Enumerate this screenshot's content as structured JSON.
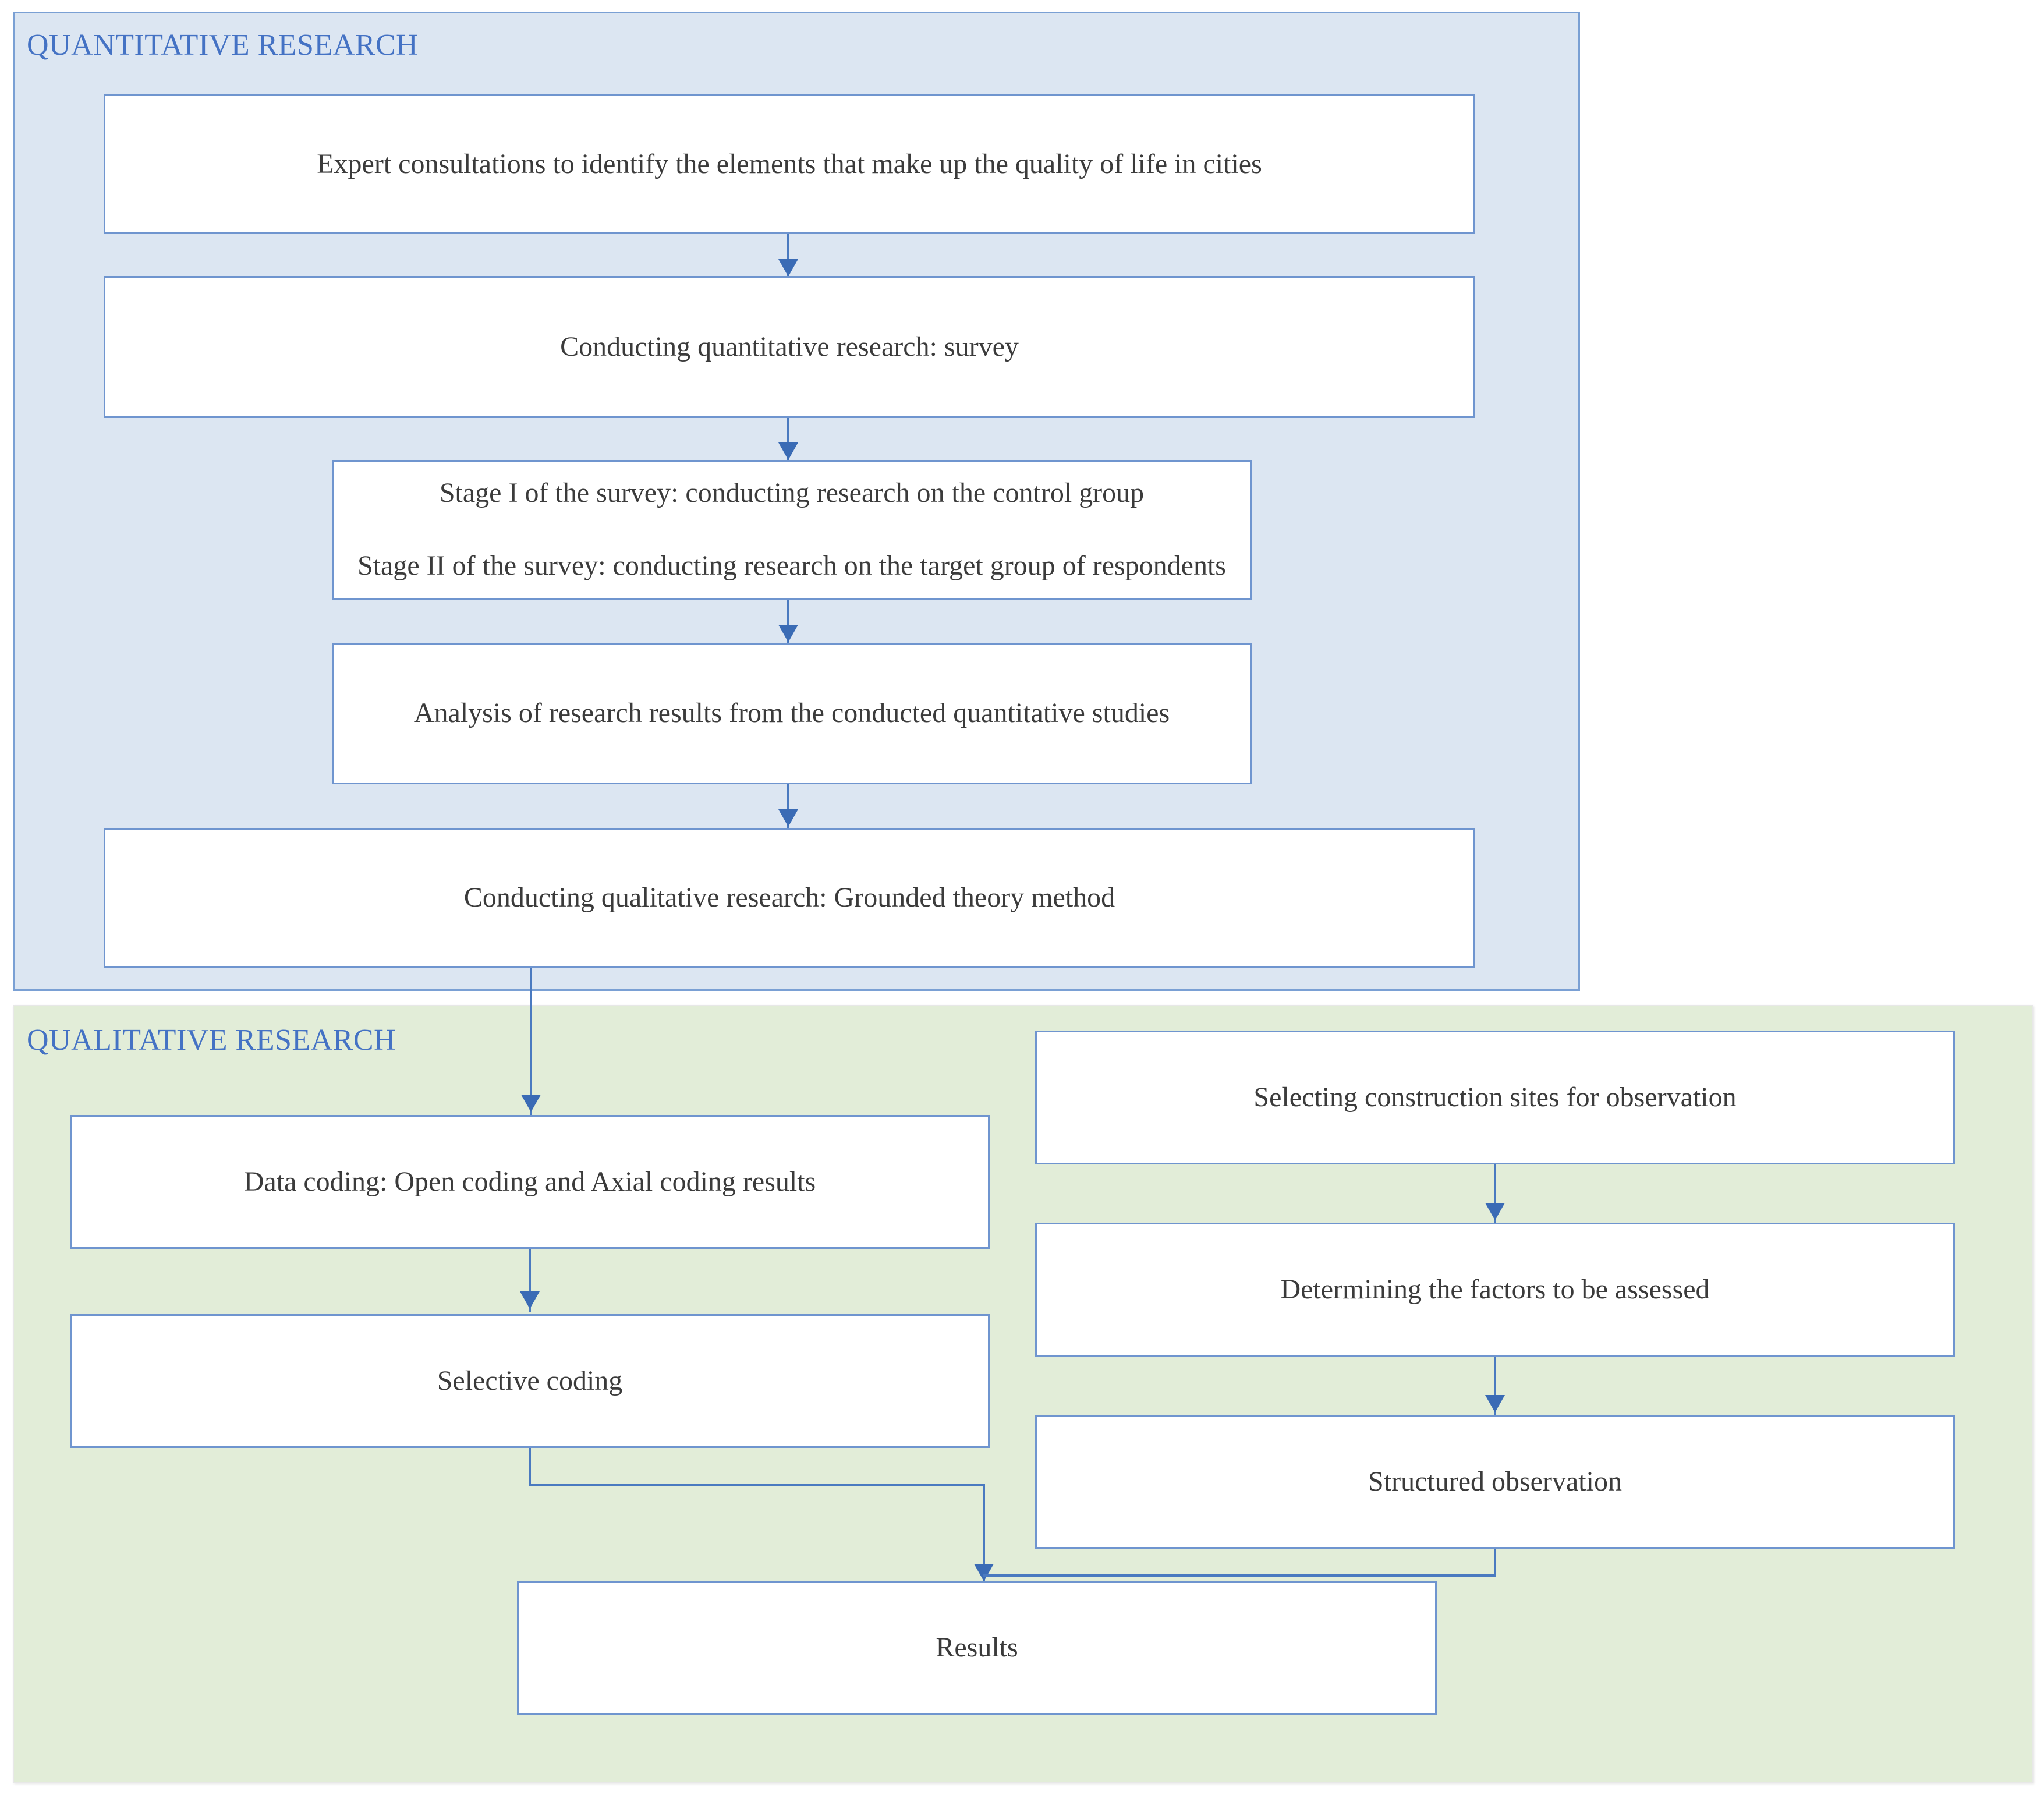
{
  "diagram": {
    "type": "flowchart",
    "sections": [
      {
        "id": "quantitative",
        "title": "QUANTITATIVE RESEARCH",
        "accent_color": "#4472c4",
        "background_color": "#dce6f2",
        "border_color": "#7aa0d4",
        "nodes": [
          {
            "id": "q1",
            "label": "Expert consultations to identify the elements that make up the quality of life in cities"
          },
          {
            "id": "q2",
            "label": "Conducting quantitative research: survey"
          },
          {
            "id": "q3",
            "line1": "Stage I of the survey: conducting research on the control group",
            "line2": "Stage II of the survey: conducting research on the target group of respondents"
          },
          {
            "id": "q4",
            "label": "Analysis of research results from the conducted quantitative studies"
          },
          {
            "id": "q5",
            "label": "Conducting qualitative research: Grounded theory method"
          }
        ]
      },
      {
        "id": "qualitative",
        "title": "QUALITATIVE RESEARCH",
        "accent_color": "#4472c4",
        "background_color": "#e2edd8",
        "border_color": "#e8e8e8",
        "nodes": [
          {
            "id": "l1",
            "label": "Data coding: Open coding and Axial coding results"
          },
          {
            "id": "l2",
            "label": "Selective coding"
          },
          {
            "id": "r1",
            "label": "Selecting construction sites for observation"
          },
          {
            "id": "r2",
            "label": "Determining the factors to be assessed"
          },
          {
            "id": "r3",
            "label": "Structured observation"
          },
          {
            "id": "res",
            "label": "Results"
          }
        ]
      }
    ],
    "connector_color": "#4a7ac0",
    "arrow_color": "#3a6bb5",
    "edges": [
      {
        "from": "q1",
        "to": "q2",
        "style": "straight-down"
      },
      {
        "from": "q2",
        "to": "q3",
        "style": "straight-down"
      },
      {
        "from": "q3",
        "to": "q4",
        "style": "straight-down"
      },
      {
        "from": "q4",
        "to": "q5",
        "style": "straight-down"
      },
      {
        "from": "q5",
        "to": "l1",
        "style": "straight-down-cross-section"
      },
      {
        "from": "l1",
        "to": "l2",
        "style": "straight-down"
      },
      {
        "from": "l2",
        "to": "res",
        "style": "elbow-right-down"
      },
      {
        "from": "r1",
        "to": "r2",
        "style": "straight-down"
      },
      {
        "from": "r2",
        "to": "r3",
        "style": "straight-down"
      },
      {
        "from": "r3",
        "to": "res",
        "style": "elbow-left-down"
      }
    ]
  }
}
